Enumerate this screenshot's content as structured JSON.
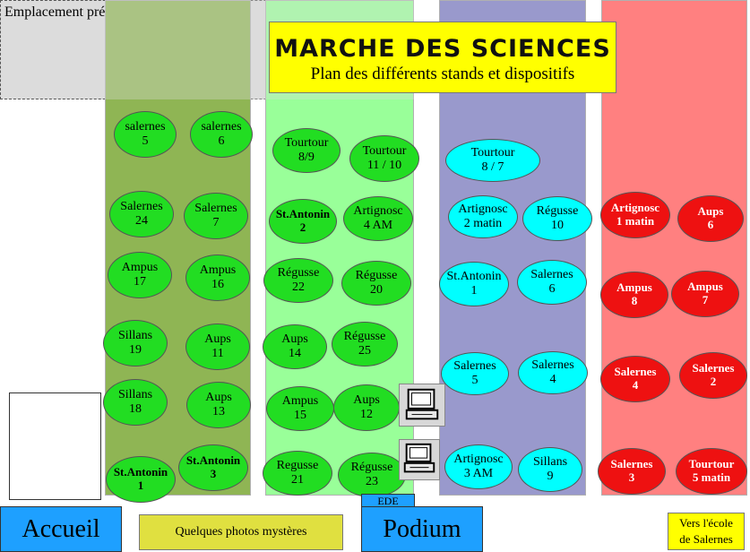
{
  "picnic_label": "Emplacement prévu pour le Pique-Nique",
  "title": "MARCHE DES SCIENCES",
  "subtitle": "Plan des différents stands et dispositifs",
  "accueil": "Accueil",
  "photos": "Quelques photos mystères",
  "ede": "EDE",
  "podium": "Podium",
  "exit_line1": "Vers l'école",
  "exit_line2": "de Salernes",
  "col1": [
    {
      "name": "salernes",
      "num": "5"
    },
    {
      "name": "salernes",
      "num": "6"
    },
    {
      "name": "Salernes",
      "num": "24"
    },
    {
      "name": "Salernes",
      "num": "7"
    },
    {
      "name": "Ampus",
      "num": "17"
    },
    {
      "name": "Ampus",
      "num": "16"
    },
    {
      "name": "Sillans",
      "num": "19"
    },
    {
      "name": "Aups",
      "num": "11"
    },
    {
      "name": "Sillans",
      "num": "18"
    },
    {
      "name": "Aups",
      "num": "13"
    },
    {
      "name": "St.Antonin",
      "num": "1"
    },
    {
      "name": "St.Antonin",
      "num": "3"
    }
  ],
  "col2": [
    {
      "name": "Tourtour",
      "num": "8/9"
    },
    {
      "name": "Tourtour",
      "num": "11 / 10"
    },
    {
      "name": "St.Antonin",
      "num": "2"
    },
    {
      "name": "Artignosc",
      "num": "4 AM"
    },
    {
      "name": "Régusse",
      "num": "22"
    },
    {
      "name": "Régusse",
      "num": "20"
    },
    {
      "name": "Aups",
      "num": "14"
    },
    {
      "name": "Régusse",
      "num": "25"
    },
    {
      "name": "Ampus",
      "num": "15"
    },
    {
      "name": "Aups",
      "num": "12"
    },
    {
      "name": "Regusse",
      "num": "21"
    },
    {
      "name": "Régusse",
      "num": "23"
    }
  ],
  "col3": [
    {
      "name": "Tourtour",
      "num": "8 / 7"
    },
    {
      "name": "Artignosc",
      "num": "2 matin"
    },
    {
      "name": "Régusse",
      "num": "10"
    },
    {
      "name": "St.Antonin",
      "num": "1"
    },
    {
      "name": "Salernes",
      "num": "6"
    },
    {
      "name": "Salernes",
      "num": "5"
    },
    {
      "name": "Salernes",
      "num": "4"
    },
    {
      "name": "Artignosc",
      "num": "3 AM"
    },
    {
      "name": "Sillans",
      "num": "9"
    }
  ],
  "col4": [
    {
      "name": "Artignosc",
      "num": "1 matin"
    },
    {
      "name": "Aups",
      "num": "6"
    },
    {
      "name": "Ampus",
      "num": "8"
    },
    {
      "name": "Ampus",
      "num": "7"
    },
    {
      "name": "Salernes",
      "num": "4"
    },
    {
      "name": "Salernes",
      "num": "2"
    },
    {
      "name": "Salernes",
      "num": "3"
    },
    {
      "name": "Tourtour",
      "num": "5 matin"
    }
  ],
  "colors": {
    "col1_bg": "#8fb554",
    "col2_bg": "#99ff99",
    "col3_bg": "#9999cc",
    "col4_bg": "#ff8080",
    "title_bg": "#ffff00",
    "accueil_bg": "#1ea0ff",
    "photos_bg": "#e0e040"
  }
}
